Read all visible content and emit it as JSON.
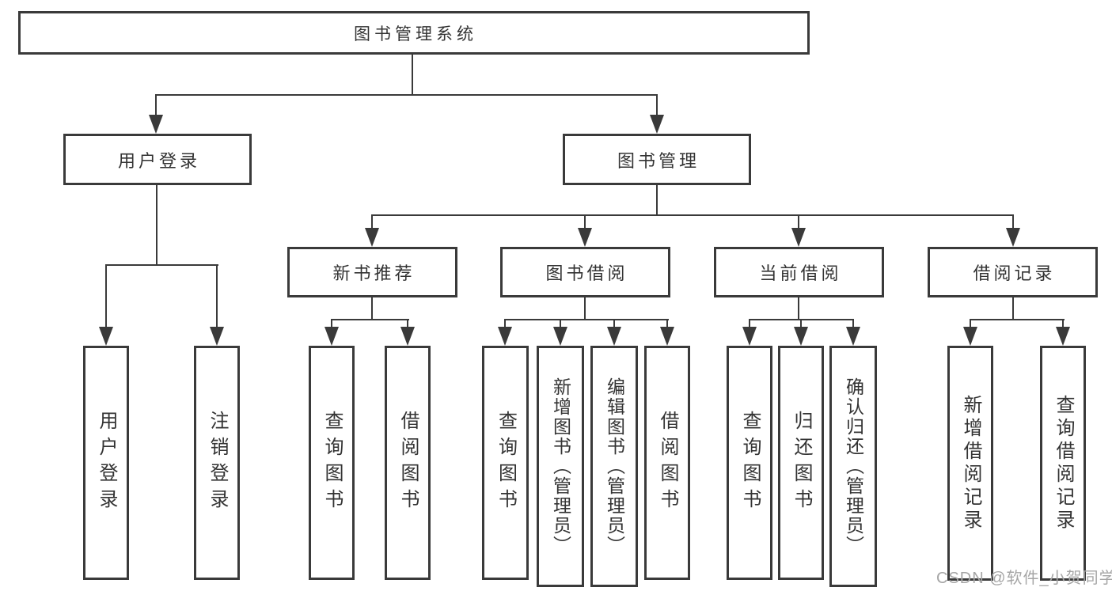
{
  "diagram": {
    "root": "图书管理系统",
    "user_branch": {
      "label": "用户登录",
      "children": [
        "用户登录",
        "注销登录"
      ]
    },
    "book_branch": {
      "label": "图书管理",
      "sections": [
        {
          "label": "新书推荐",
          "children": [
            "查询图书",
            "借阅图书"
          ]
        },
        {
          "label": "图书借阅",
          "children": [
            "查询图书",
            "新增图书（管理员）",
            "编辑图书（管理员）",
            "借阅图书"
          ]
        },
        {
          "label": "当前借阅",
          "children": [
            "查询图书",
            "归还图书",
            "确认归还（管理员）"
          ]
        },
        {
          "label": "借阅记录",
          "children": [
            "新增借阅记录",
            "查询借阅记录"
          ]
        }
      ]
    }
  },
  "watermark": {
    "text": "CSDN @软件_小贺同学",
    "color": "#a6a6a6"
  },
  "icons": {
    "arrow_down": "▼"
  },
  "colors": {
    "line": "#3a3a3a",
    "text": "#333333",
    "background": "#ffffff",
    "box_fill": "#ffffff"
  }
}
